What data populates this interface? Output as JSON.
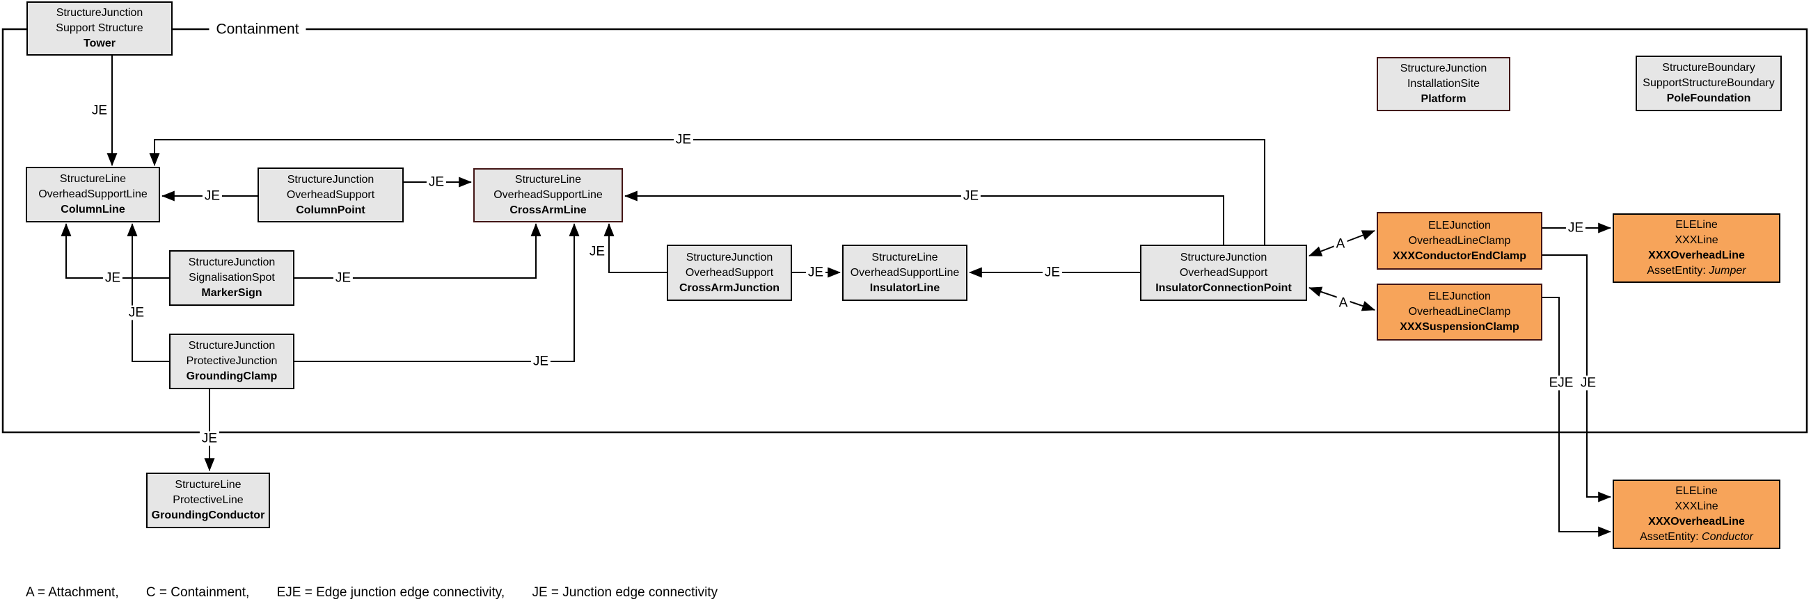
{
  "diagram": {
    "containment_label": "Containment",
    "colors": {
      "node_fill_gray": "#e6e6e6",
      "node_fill_orange": "#f7a45a",
      "border_black": "#000000",
      "border_maroon": "#421414",
      "line_color": "#000000",
      "background": "#ffffff"
    }
  },
  "nodes": {
    "tower": {
      "lines": [
        "StructureJunction",
        "Support Structure"
      ],
      "name": "Tower"
    },
    "platform": {
      "lines": [
        "StructureJunction",
        "InstallationSite"
      ],
      "name": "Platform"
    },
    "pole_foundation": {
      "lines": [
        "StructureBoundary",
        "SupportStructureBoundary"
      ],
      "name": "PoleFoundation"
    },
    "column_line": {
      "lines": [
        "StructureLine",
        "OverheadSupportLine"
      ],
      "name": "ColumnLine"
    },
    "column_point": {
      "lines": [
        "StructureJunction",
        "OverheadSupport"
      ],
      "name": "ColumnPoint"
    },
    "cross_arm_line": {
      "lines": [
        "StructureLine",
        "OverheadSupportLine"
      ],
      "name": "CrossArmLine"
    },
    "marker_sign": {
      "lines": [
        "StructureJunction",
        "SignalisationSpot"
      ],
      "name": "MarkerSign"
    },
    "grounding_clamp": {
      "lines": [
        "StructureJunction",
        "ProtectiveJunction"
      ],
      "name": "GroundingClamp"
    },
    "cross_arm_junction": {
      "lines": [
        "StructureJunction",
        "OverheadSupport"
      ],
      "name": "CrossArmJunction"
    },
    "insulator_line": {
      "lines": [
        "StructureLine",
        "OverheadSupportLine"
      ],
      "name": "InsulatorLine"
    },
    "insulator_connection_point": {
      "lines": [
        "StructureJunction",
        "OverheadSupport"
      ],
      "name": "InsulatorConnectionPoint"
    },
    "xxx_conductor_end_clamp": {
      "lines": [
        "ELEJunction",
        "OverheadLineClamp"
      ],
      "name": "XXXConductorEndClamp"
    },
    "xxx_suspension_clamp": {
      "lines": [
        "ELEJunction",
        "OverheadLineClamp"
      ],
      "name": "XXXSuspensionClamp"
    },
    "jumper": {
      "lines": [
        "ELELine",
        "XXXLine"
      ],
      "name": "XXXOverheadLine",
      "asset_label": "AssetEntity:",
      "asset_value": "Jumper"
    },
    "conductor": {
      "lines": [
        "ELELine",
        "XXXLine"
      ],
      "name": "XXXOverheadLine",
      "asset_label": "AssetEntity:",
      "asset_value": "Conductor"
    },
    "grounding_conductor": {
      "lines": [
        "StructureLine",
        "ProtectiveLine"
      ],
      "name": "GroundingConductor"
    }
  },
  "edge_labels": {
    "tower_to_column_line": "JE",
    "column_point_to_column_line": "JE",
    "column_point_to_cross_arm_line": "JE",
    "icp_to_column_line": "JE",
    "icp_to_cross_arm_line": "JE",
    "marker_sign_to_column_line": "JE",
    "marker_sign_to_cross_arm_line": "JE",
    "grounding_clamp_to_column_line": "JE",
    "grounding_clamp_to_cross_arm_line": "JE",
    "cross_arm_junction_to_cross_arm_line": "JE",
    "cross_arm_junction_to_insulator_line": "JE",
    "icp_to_insulator_line": "JE",
    "icp_to_conductor_end_clamp": "A",
    "icp_to_suspension_clamp": "A",
    "conductor_end_clamp_to_jumper": "JE",
    "conductor_end_clamp_to_conductor": "JE",
    "suspension_clamp_to_conductor": "EJE",
    "grounding_clamp_to_grounding_conductor": "JE"
  },
  "legend": {
    "items": [
      "A = Attachment,",
      "C = Containment,",
      "EJE = Edge junction edge connectivity,",
      "JE = Junction edge connectivity"
    ]
  }
}
